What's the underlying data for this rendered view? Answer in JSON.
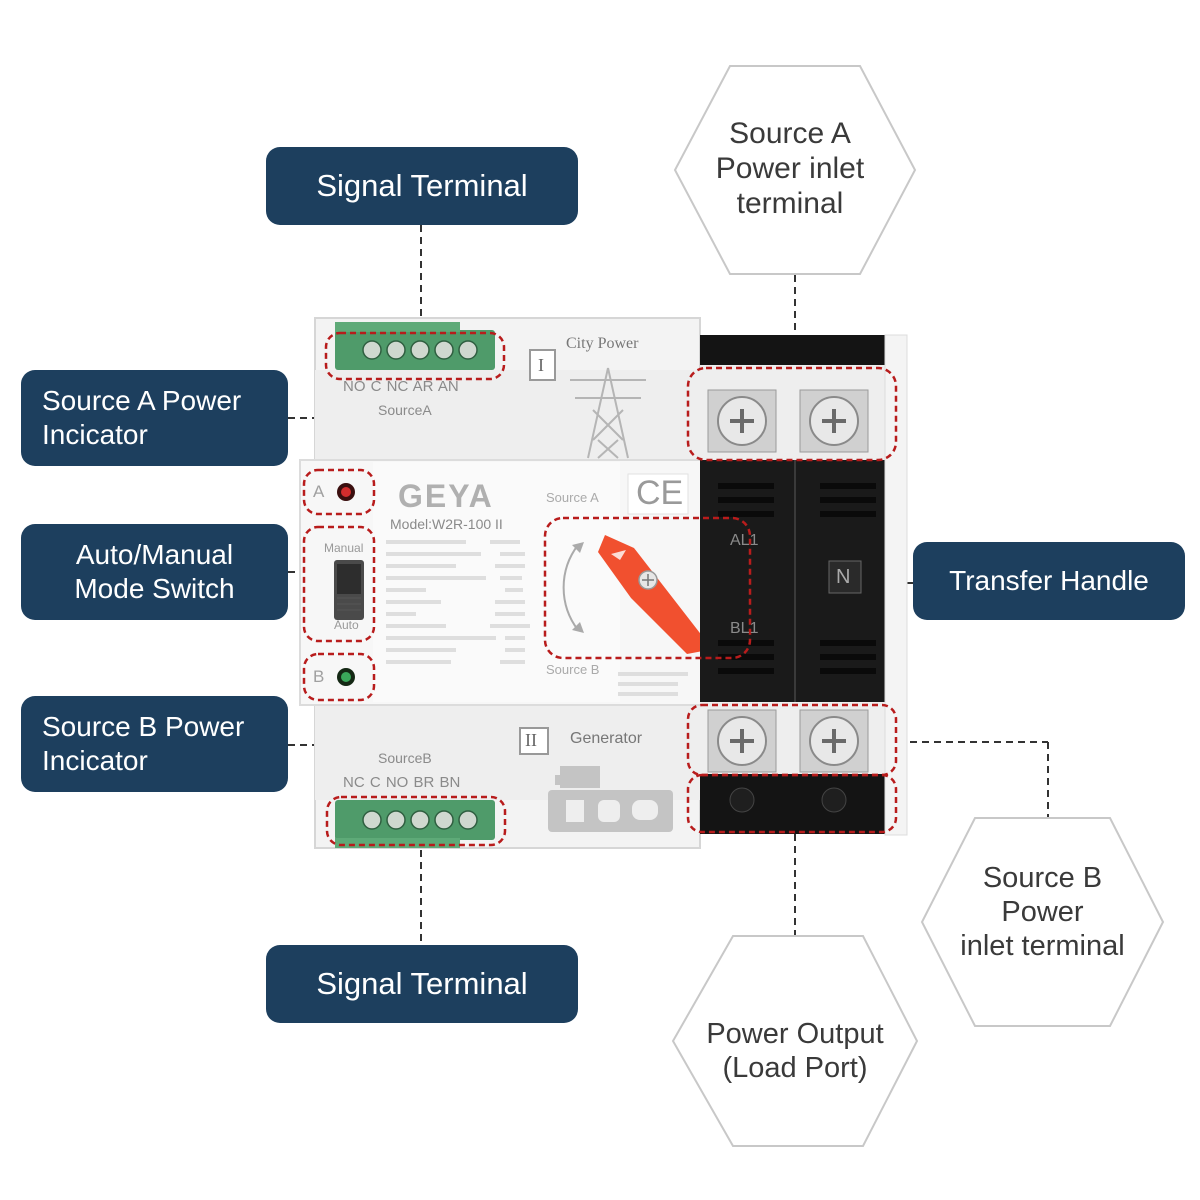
{
  "callouts": {
    "signal_terminal_top": "Signal Terminal",
    "source_a_indicator": "Source A Power\nIncicator",
    "mode_switch": "Auto/Manual\nMode Switch",
    "source_b_indicator": "Source B Power\nIncicator",
    "signal_terminal_bottom": "Signal Terminal",
    "transfer_handle": "Transfer Handle",
    "source_a_inlet": "Source A\nPower inlet\nterminal",
    "source_b_inlet": "Source B\nPower\ninlet terminal",
    "power_output": "Power Output\n(Load Port)"
  },
  "device": {
    "top_terminal_labels": "NO  C  NC  AR  AN",
    "source_a_label": "SourceA",
    "bottom_terminal_labels": "NC  C  NO  BR  BN",
    "source_b_label": "SourceB",
    "city_power": "City Power",
    "generator": "Generator",
    "roman_one": "I",
    "roman_two": "II",
    "brand": "GEYA",
    "model": "Model:W2R-100  II",
    "source_a_text": "Source A",
    "source_b_text": "Source B",
    "ce_mark": "CE",
    "indicator_a": "A",
    "indicator_b": "B",
    "manual": "Manual",
    "auto": "Auto",
    "al1": "AL1",
    "bl1": "BL1",
    "n": "N"
  },
  "colors": {
    "callout_bg": "#1d3f5e",
    "highlight_dash": "#b81c1c",
    "handle": "#f1502f",
    "terminal_green": "#4f9b6a"
  }
}
